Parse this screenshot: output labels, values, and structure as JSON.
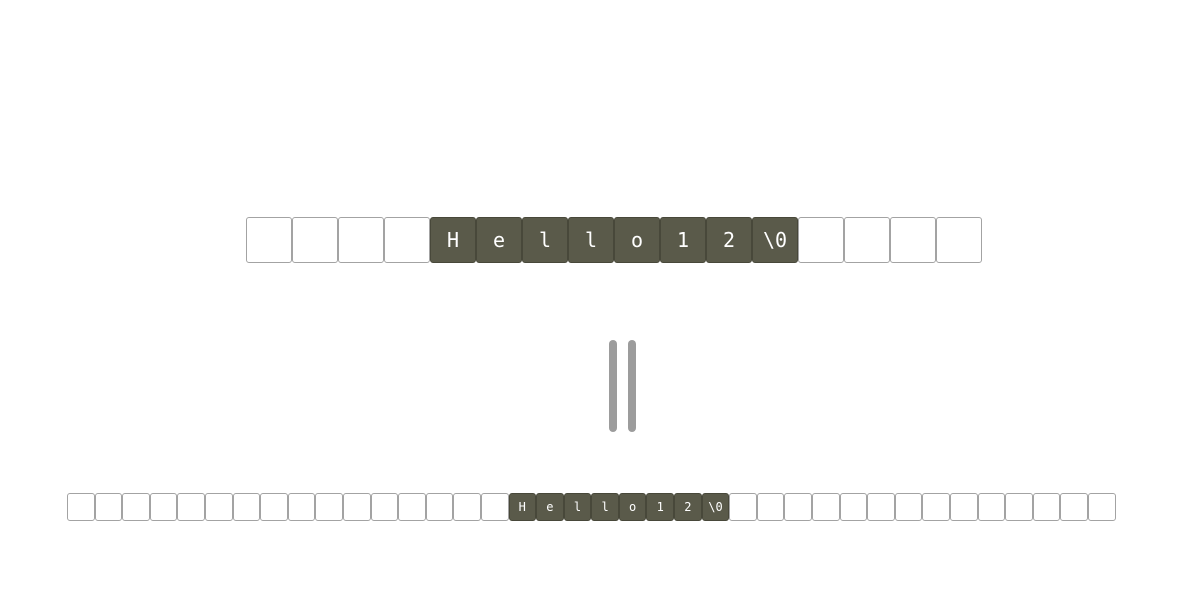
{
  "top_buffer": {
    "cells": [
      "",
      "",
      "",
      "",
      "H",
      "e",
      "l",
      "l",
      "o",
      "1",
      "2",
      "\\0",
      "",
      "",
      "",
      ""
    ],
    "filled_range": [
      4,
      11
    ]
  },
  "bottom_buffer": {
    "cells": [
      "",
      "",
      "",
      "",
      "",
      "",
      "",
      "",
      "",
      "",
      "",
      "",
      "",
      "",
      "",
      "",
      "H",
      "e",
      "l",
      "l",
      "o",
      "1",
      "2",
      "\\0",
      "",
      "",
      "",
      "",
      "",
      "",
      "",
      "",
      "",
      "",
      "",
      "",
      "",
      ""
    ],
    "filled_range": [
      16,
      23
    ]
  },
  "colors": {
    "filled_cell": "#5a5a4a",
    "empty_cell_border": "#a3a3a3",
    "pause_bars": "#9c9c9c"
  },
  "icons": {
    "transition": "pause-icon"
  }
}
